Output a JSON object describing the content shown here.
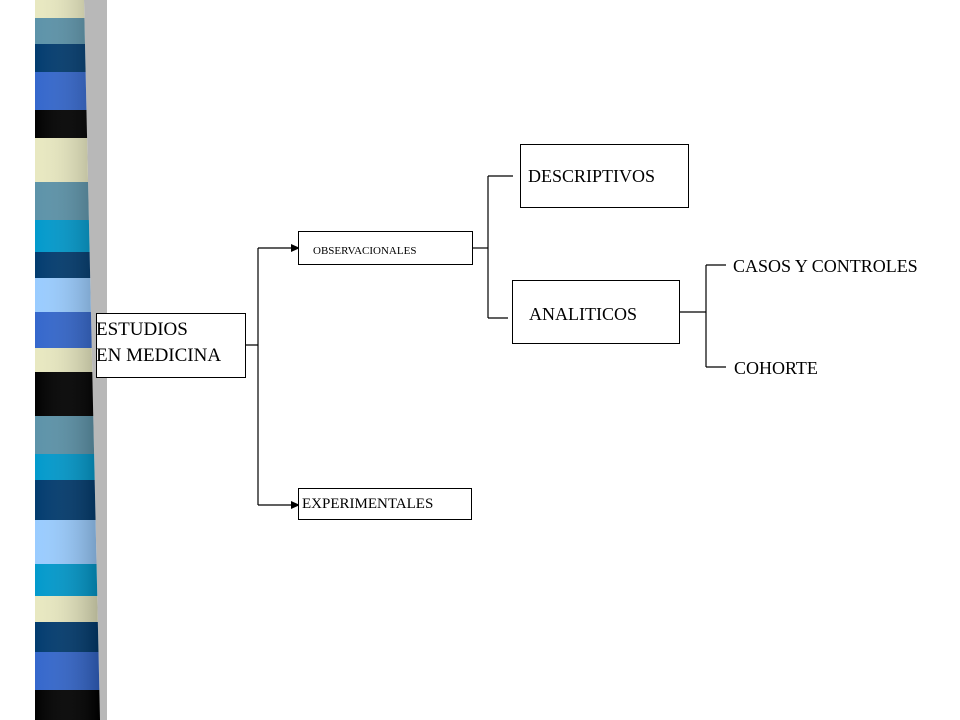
{
  "diagram": {
    "root": {
      "lines": [
        "ESTUDIOS",
        "EN MEDICINA"
      ]
    },
    "nodes": {
      "observacionales": "OBSERVACIONALES",
      "experimentales": "EXPERIMENTALES",
      "descriptivos": "DESCRIPTIVOS",
      "analiticos": "ANALITICOS",
      "casos_controles": "CASOS Y CONTROLES",
      "cohorte": "COHORTE"
    }
  },
  "colors": {
    "stripe_palette": [
      "#e8e8c0",
      "#5b92a8",
      "#003a6e",
      "#3366cc",
      "#000000",
      "#0099cc",
      "#99ccff"
    ],
    "line": "#000000",
    "background": "#ffffff"
  }
}
